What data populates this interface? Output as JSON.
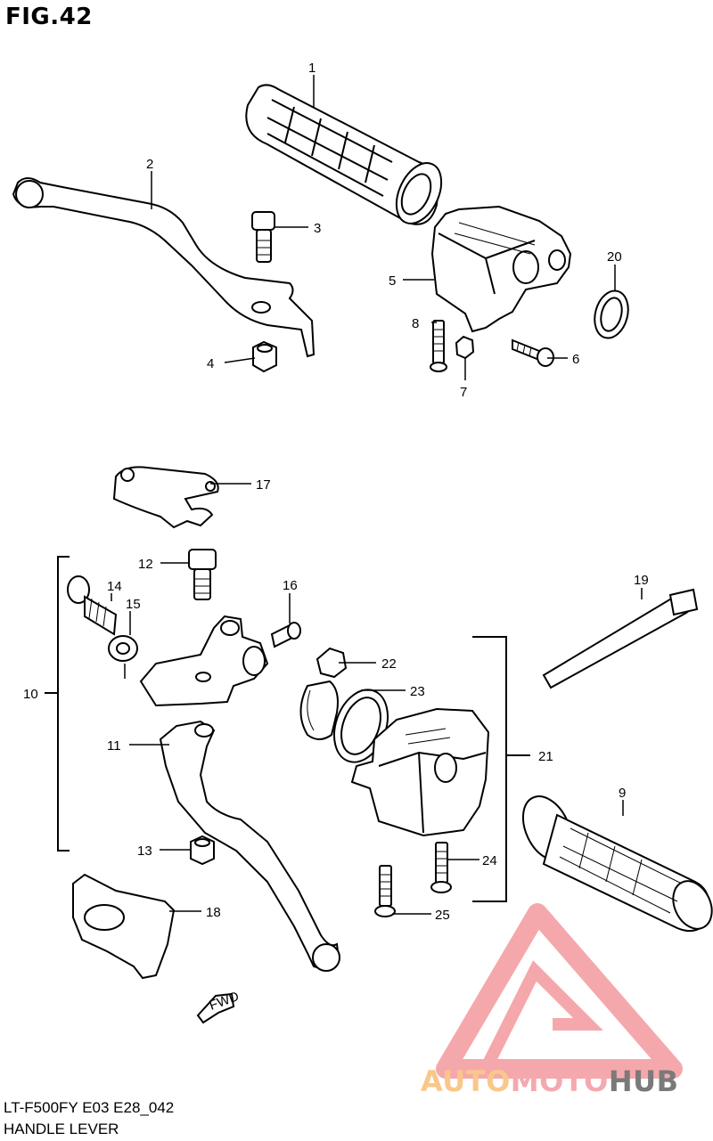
{
  "figure_label": "FIG.42",
  "model_code": "LT-F500FY E03 E28_042",
  "section_name": "HANDLE LEVER",
  "fwd_marker": "FWD",
  "callouts": [
    "1",
    "2",
    "3",
    "4",
    "5",
    "6",
    "7",
    "8",
    "9",
    "10",
    "11",
    "12",
    "13",
    "14",
    "15",
    "16",
    "17",
    "18",
    "19",
    "20",
    "21",
    "22",
    "23",
    "24",
    "25"
  ],
  "watermark": {
    "part1": "AUTO",
    "part2": "MOTO",
    "part3": "HUB",
    "colors": {
      "auto": "#f9c78a",
      "moto": "#f4a9ae",
      "hub": "#7a7a7a",
      "logo": "#f28b8f"
    }
  }
}
